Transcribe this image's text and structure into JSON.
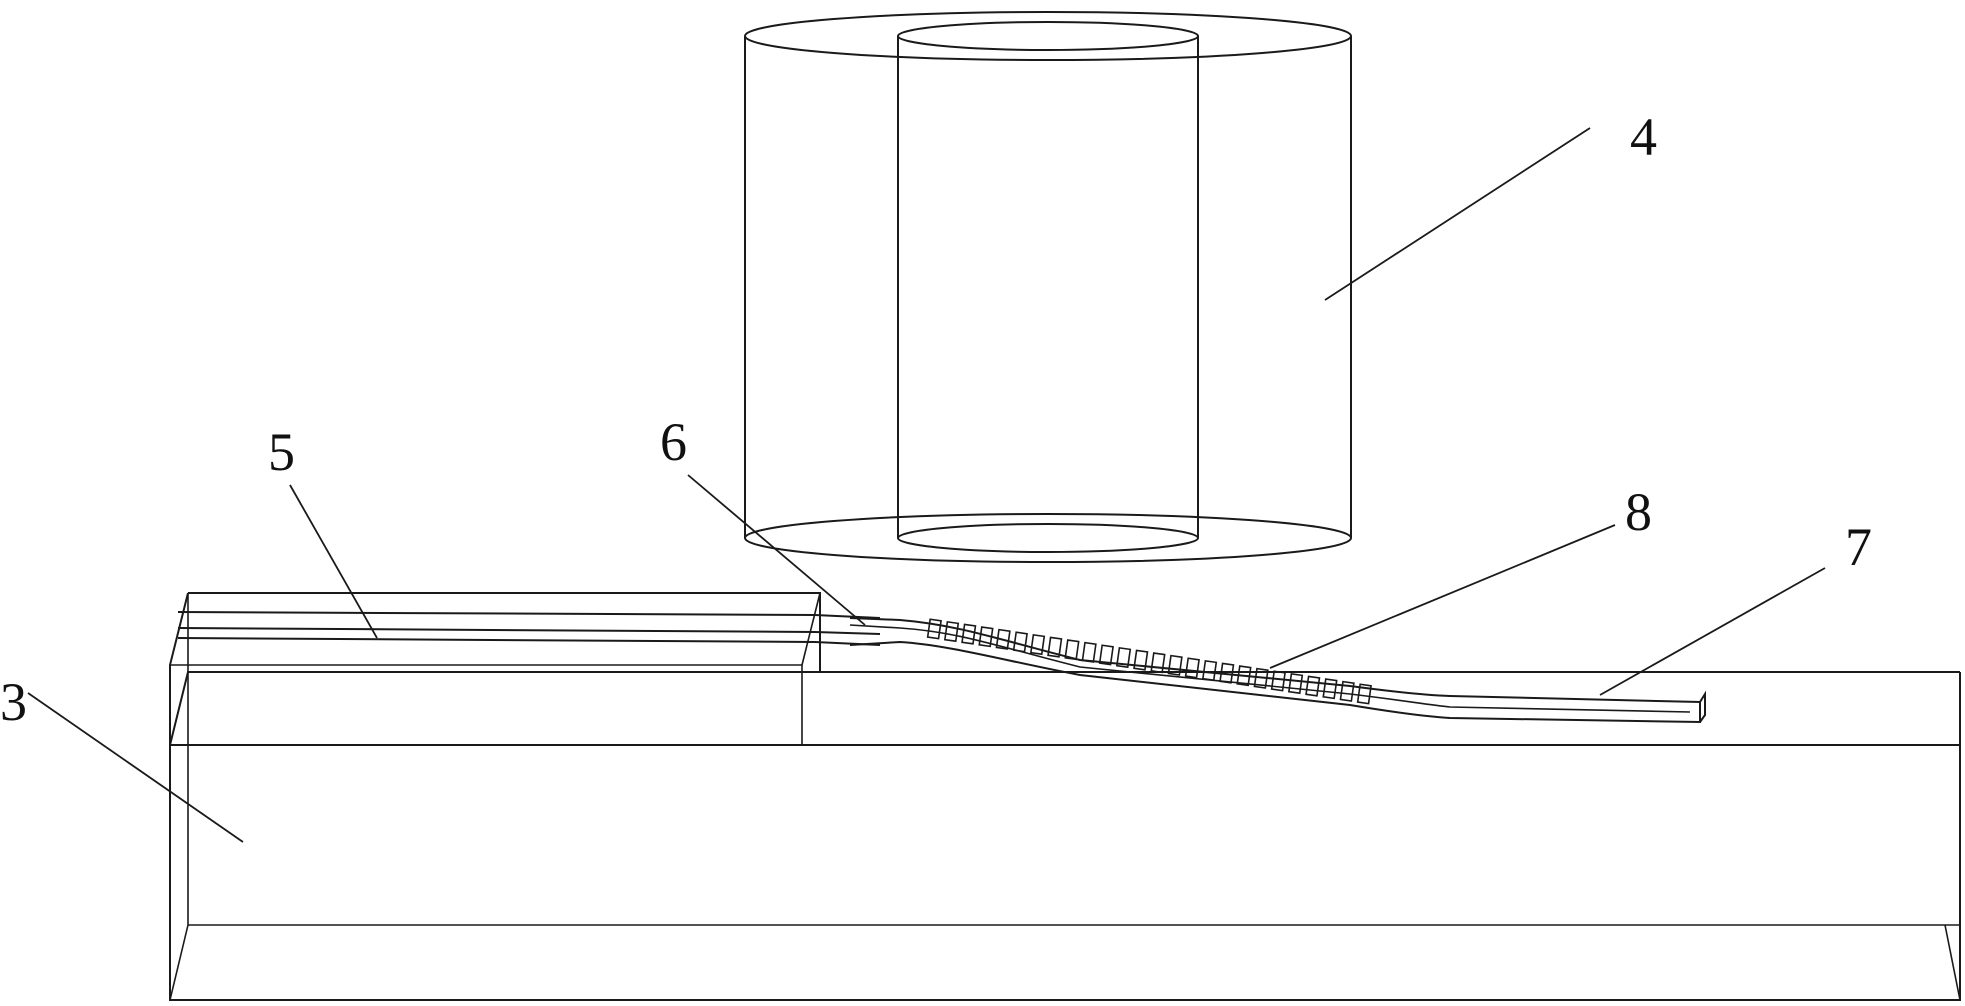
{
  "figure": {
    "callouts": [
      {
        "id": "label-3",
        "text": "3"
      },
      {
        "id": "label-4",
        "text": "4"
      },
      {
        "id": "label-5",
        "text": "5"
      },
      {
        "id": "label-6",
        "text": "6"
      },
      {
        "id": "label-7",
        "text": "7"
      },
      {
        "id": "label-8",
        "text": "8"
      }
    ],
    "line_color": "#1a1a1a",
    "background": "#ffffff"
  }
}
